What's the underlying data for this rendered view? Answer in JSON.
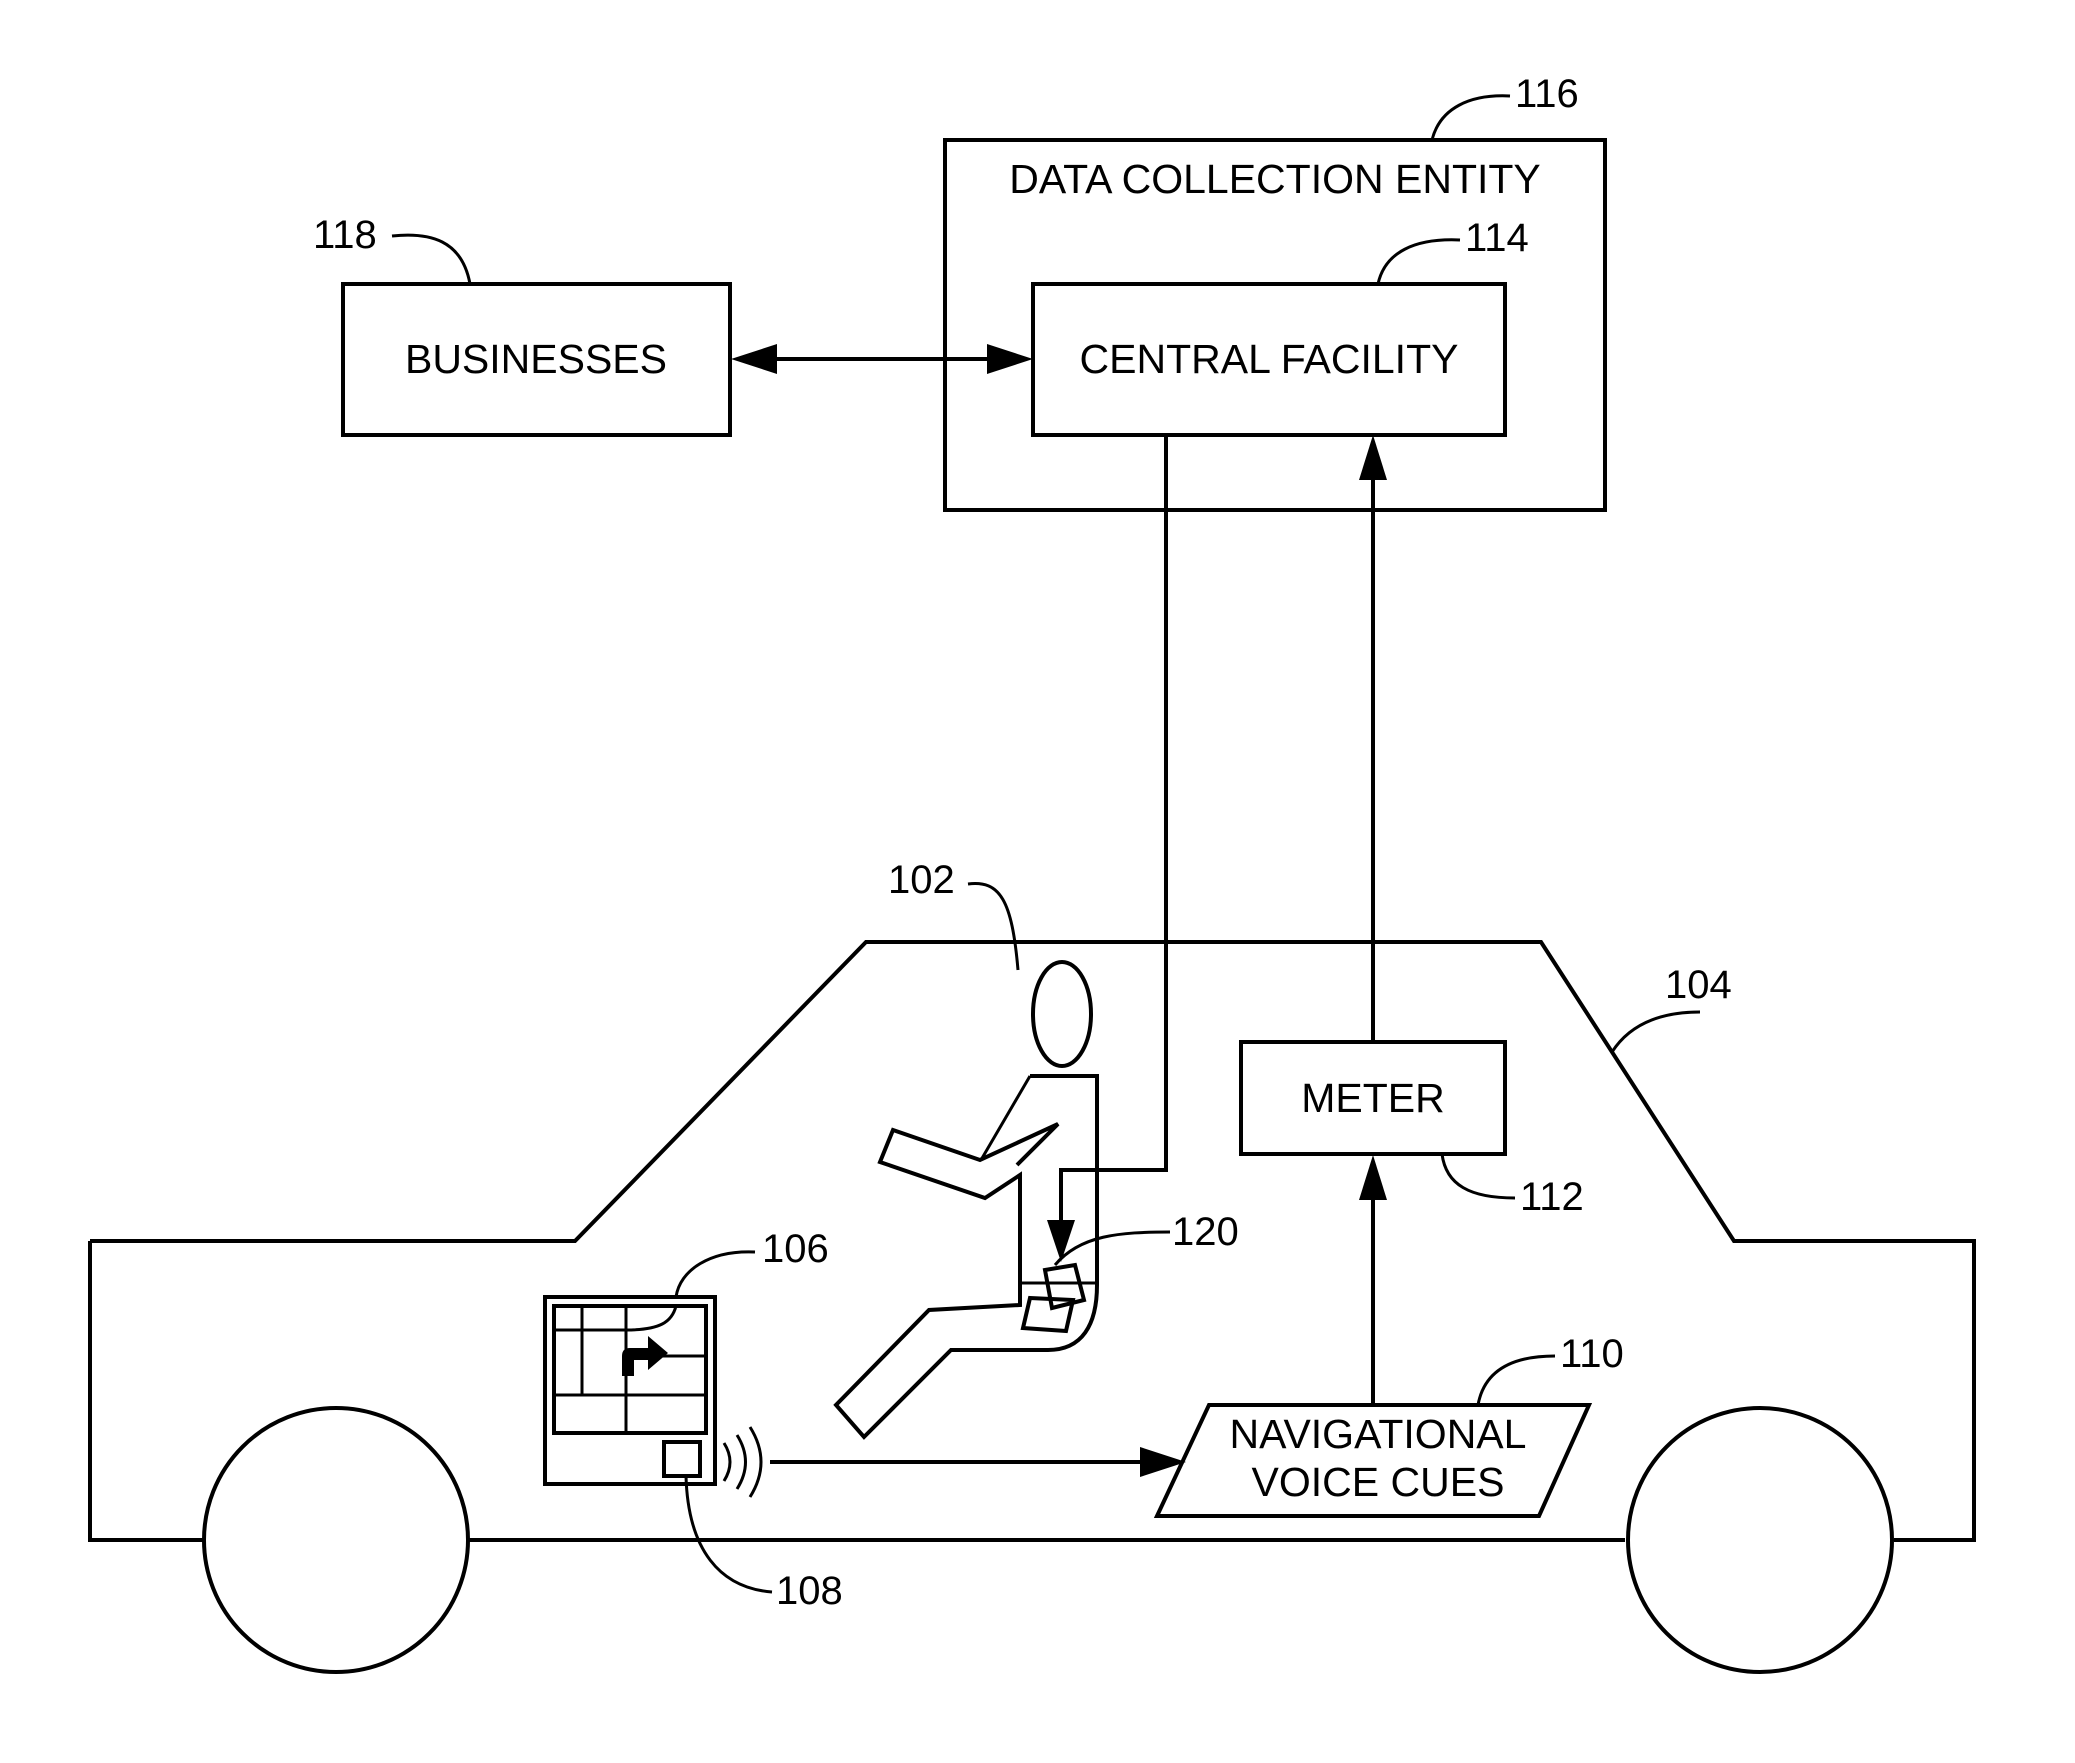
{
  "blocks": {
    "data_collection_entity": {
      "label": "DATA COLLECTION ENTITY",
      "ref": "116"
    },
    "central_facility": {
      "label": "CENTRAL FACILITY",
      "ref": "114"
    },
    "businesses": {
      "label": "BUSINESSES",
      "ref": "118"
    },
    "meter": {
      "label": "METER",
      "ref": "112"
    },
    "navigational_voice_cues": {
      "label_line1": "NAVIGATIONAL",
      "label_line2": "VOICE CUES",
      "ref": "110"
    }
  },
  "references": {
    "person": "102",
    "vehicle": "104",
    "navigation_device": "106",
    "speaker": "108",
    "portable_device": "120"
  }
}
